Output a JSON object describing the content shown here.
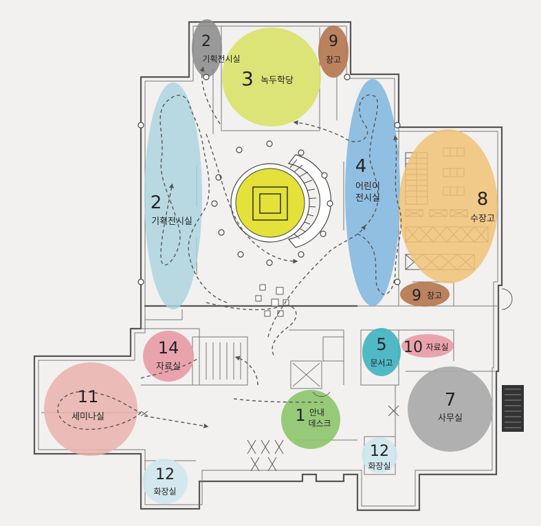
{
  "colors": {
    "background": "#f2f1ef",
    "blue_light": "#a9d3de",
    "gray": "#8a8a8a",
    "yellow_green": "#d9e26a",
    "brown": "#b5764e",
    "blue": "#86b9df",
    "orange": "#f1c275",
    "pink": "#e89aa4",
    "teal": "#3fb3c0",
    "salmon": "#eab1ae",
    "green": "#8cc56c",
    "dark_gray": "#a8a8a8",
    "yellow": "#e4e13a"
  },
  "zones": [
    {
      "id": "2a",
      "number": "2",
      "label": "기획전시실"
    },
    {
      "id": "2b",
      "number": "2",
      "label": "기획전시실"
    },
    {
      "id": "3",
      "number": "3",
      "label": "녹두학당"
    },
    {
      "id": "9a",
      "number": "9",
      "label": "창고"
    },
    {
      "id": "4",
      "number": "4",
      "label_line1": "어린이",
      "label_line2": "전시실"
    },
    {
      "id": "8",
      "number": "8",
      "label": "수장고"
    },
    {
      "id": "9b",
      "number": "9",
      "label": "창고"
    },
    {
      "id": "14",
      "number": "14",
      "label": "자료실"
    },
    {
      "id": "5",
      "number": "5",
      "label": "문서고"
    },
    {
      "id": "10",
      "number": "10",
      "label": "자료실"
    },
    {
      "id": "11",
      "number": "11",
      "label": "세미나실"
    },
    {
      "id": "1",
      "number": "1",
      "label_line1": "안내",
      "label_line2": "데스크"
    },
    {
      "id": "7",
      "number": "7",
      "label": "사무실"
    },
    {
      "id": "12a",
      "number": "12",
      "label": "화장실"
    },
    {
      "id": "12b",
      "number": "12",
      "label": "화장실"
    }
  ]
}
